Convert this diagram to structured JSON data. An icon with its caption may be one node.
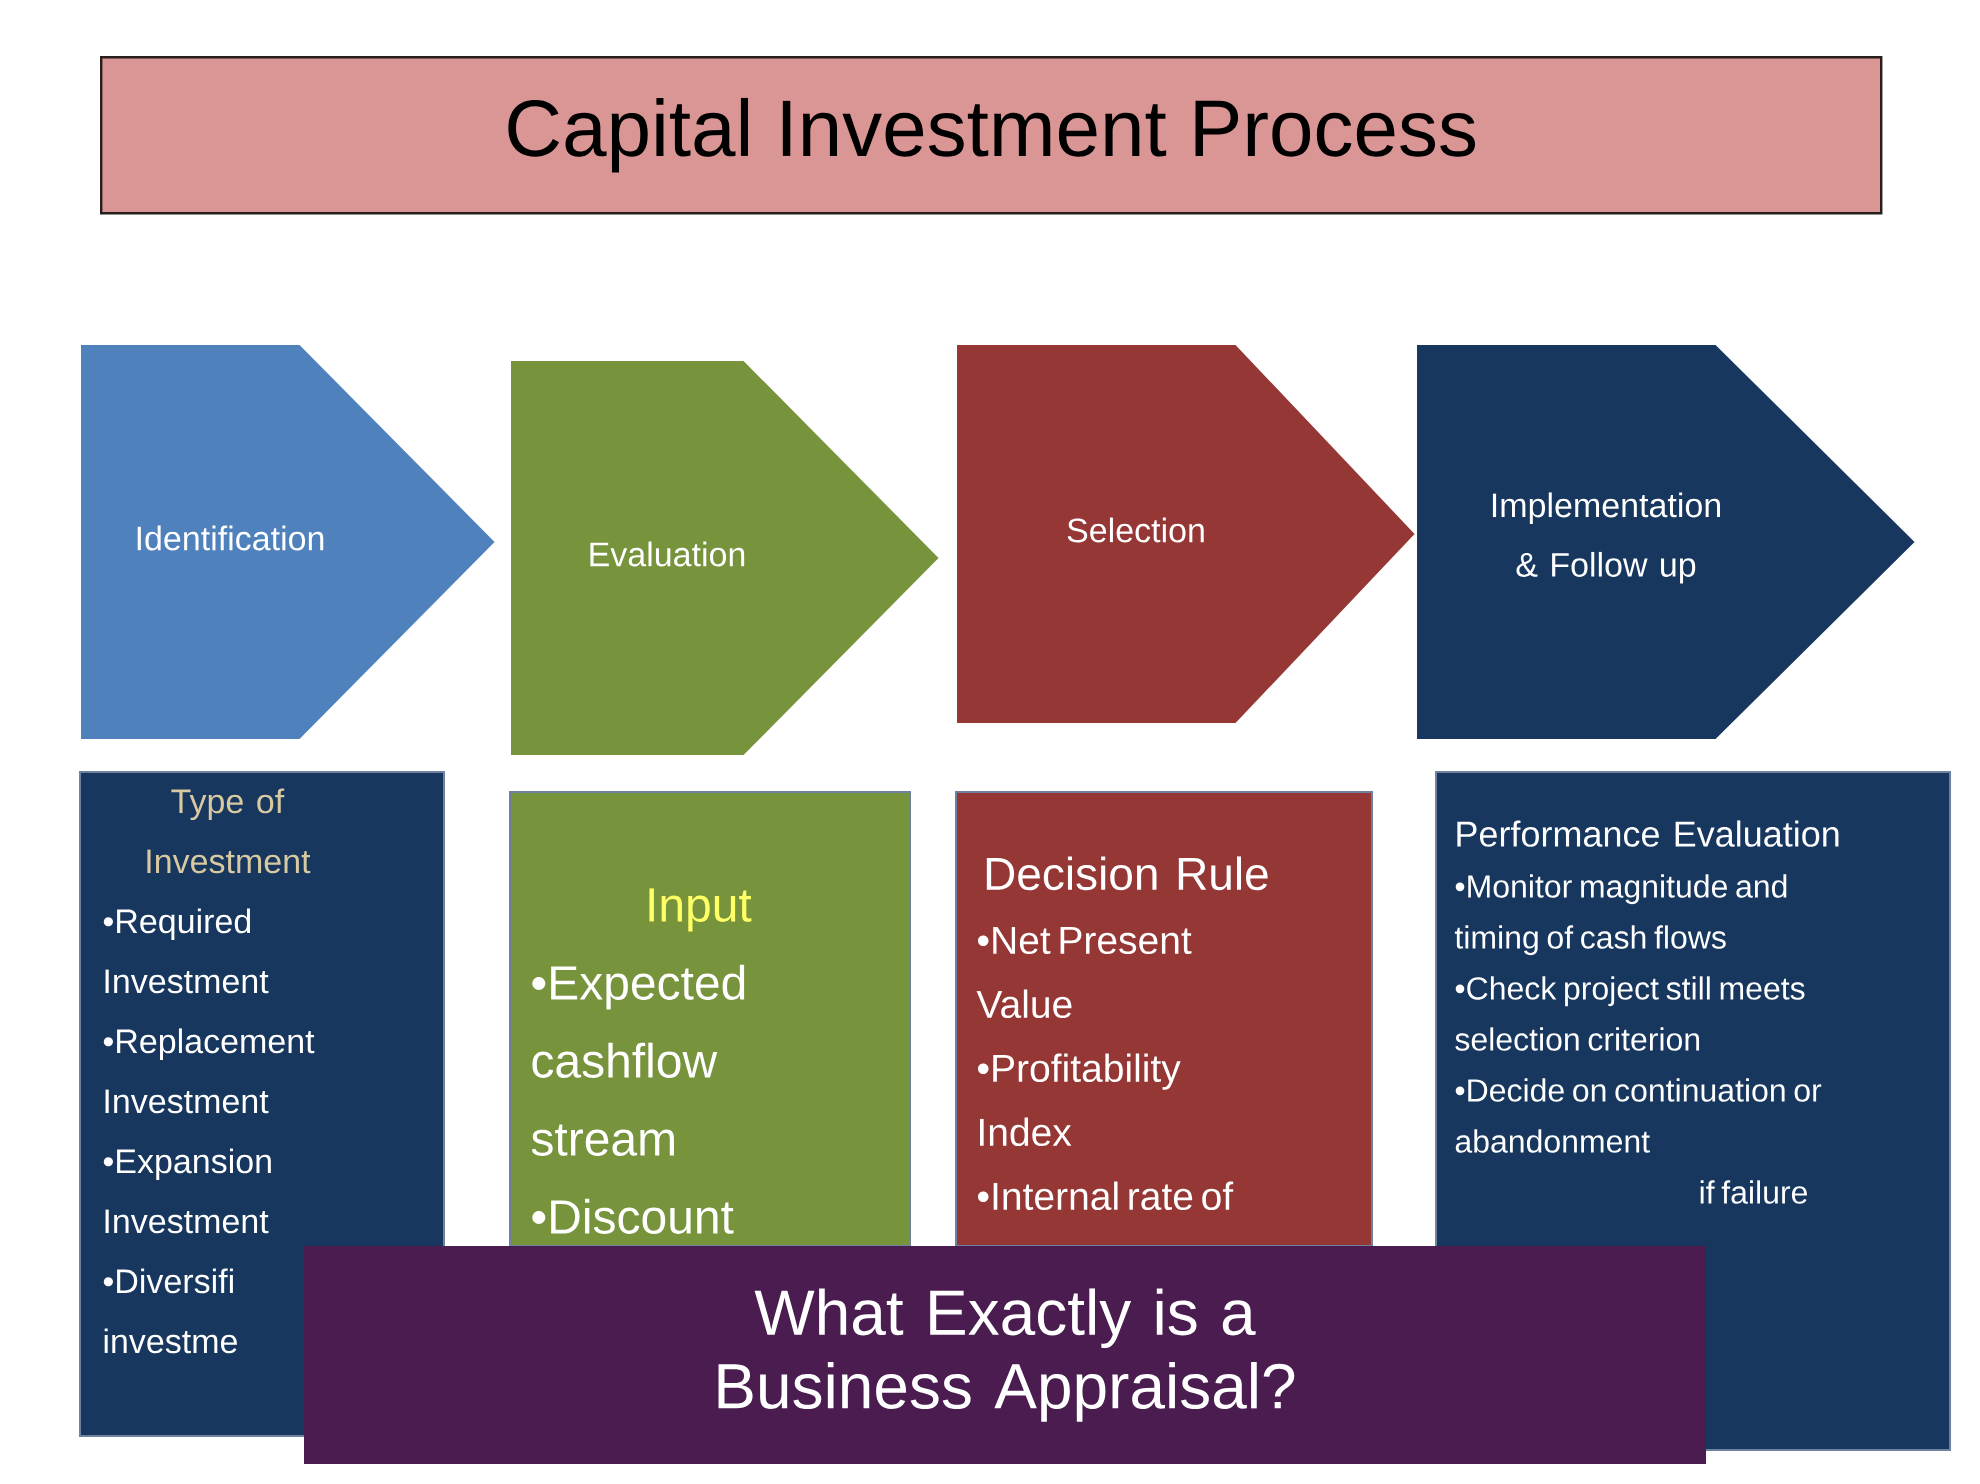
{
  "diagram": {
    "title": "Capital Investment Process",
    "nodes": [
      {
        "text": [
          "Identification"
        ]
      },
      {
        "text": [
          "Evaluation"
        ]
      },
      {
        "text": [
          "Selection"
        ]
      },
      {
        "text": [
          "Implementation & Follow up"
        ]
      },
      {
        "text": [
          "Type of Investment",
          "•Required Investment",
          "•Replacement Investment",
          "•Expansion Investment",
          "•Diversifi investme"
        ]
      },
      {
        "text": [
          "Input",
          "•Expected cashflow stream",
          "•Discount"
        ]
      },
      {
        "text": [
          "Decision Rule",
          "•Net Present Value",
          "•Profitability Index",
          "•Internal rate of"
        ]
      },
      {
        "text": [
          "Performance Evaluation",
          "•Monitor magnitude and timing of cash flows",
          "•Check project still meets selection criterion",
          "•Decide on continuation or abandonment",
          "if failure"
        ]
      },
      {
        "text": [
          "What Exactly is a Business Appraisal?"
        ]
      }
    ],
    "edges": []
  }
}
